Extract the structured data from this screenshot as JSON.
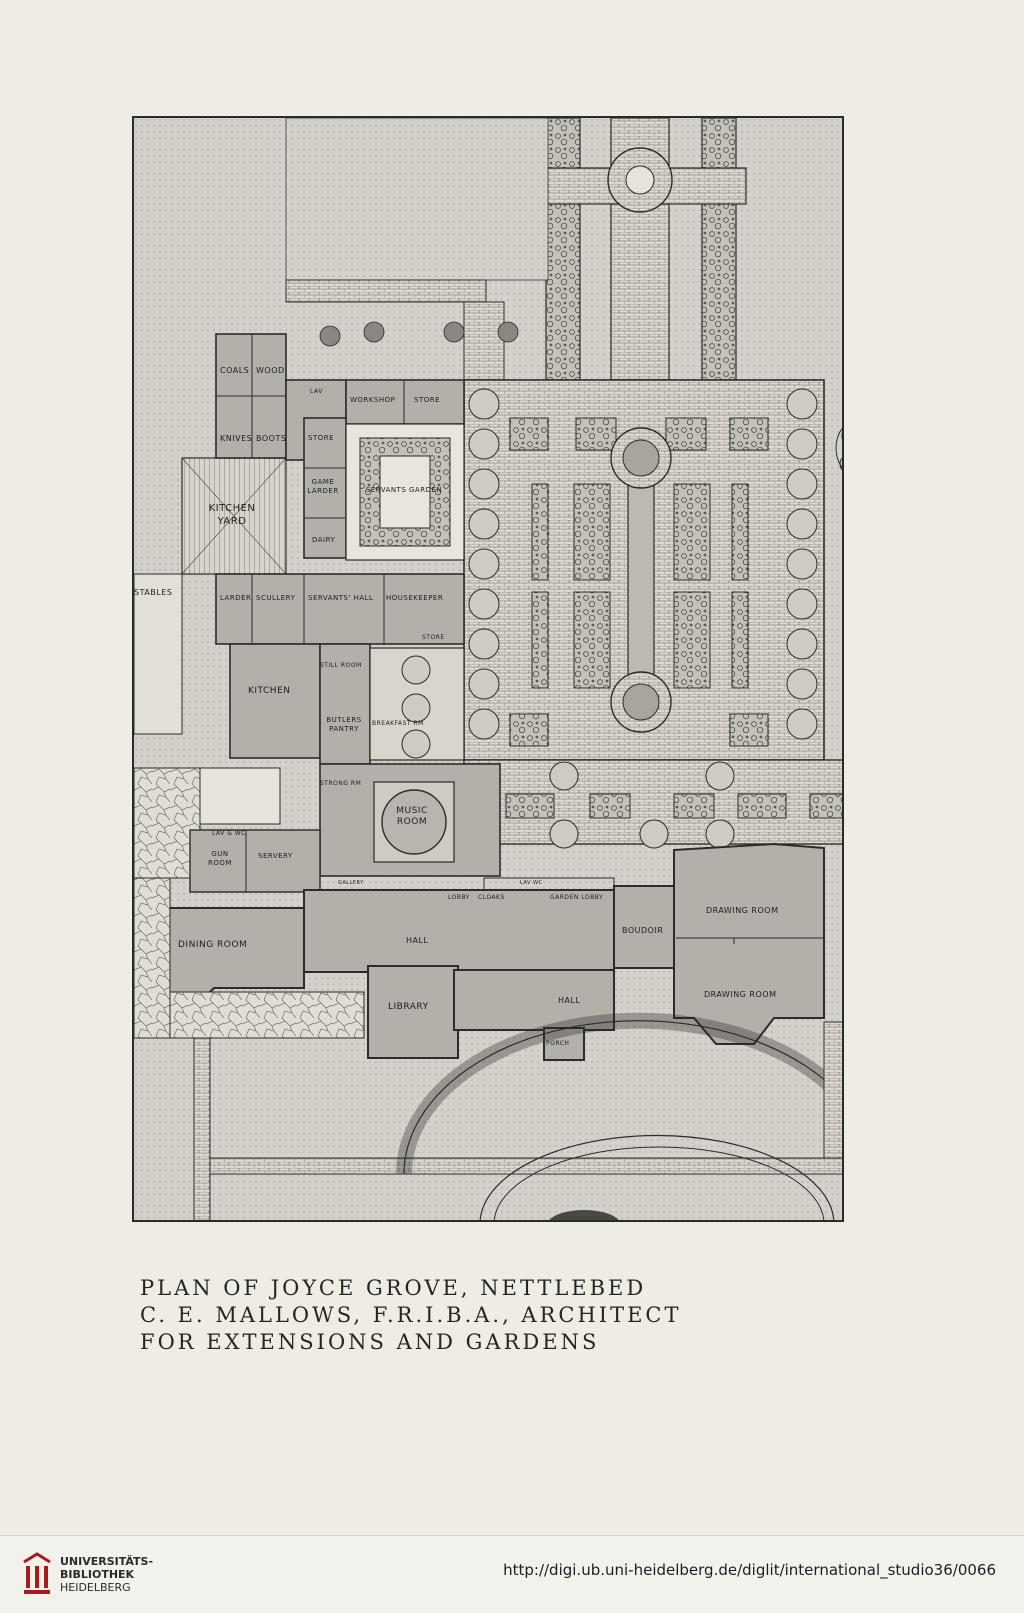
{
  "plan": {
    "labels": {
      "coals": "COALS",
      "wood": "WOOD",
      "lav_top": "LAV",
      "workshop": "WORKSHOP",
      "store_top": "STORE",
      "knives": "KNIVES",
      "boots": "BOOTS",
      "store_mid": "STORE",
      "game_larder": "GAME LARDER",
      "servants_garden": "SERVANTS GARDEN",
      "dairy": "DAIRY",
      "kitchen_yard": "KITCHEN YARD",
      "stables": "STABLES",
      "larder": "LARDER",
      "scullery": "SCULLERY",
      "servants_hall": "SERVANTS' HALL",
      "housekeeper": "HOUSEKEEPER",
      "store_low": "STORE",
      "still_room": "STILL ROOM",
      "kitchen": "KITCHEN",
      "butlers_pantry": "BUTLERS PANTRY",
      "breakfast_room": "BREAKFAST RM",
      "strong_rm": "STRONG RM",
      "music_room": "MUSIC ROOM",
      "lav_wc": "LAV & WC",
      "gun_room": "GUN ROOM",
      "servery": "SERVERY",
      "gallery": "GALLERY",
      "lobby": "LOBBY",
      "cloaks": "CLOAKS",
      "lav_wc2": "LAV WC",
      "garden_lobby": "GARDEN LOBBY",
      "boudoir": "BOUDOIR",
      "drawing_room_1": "DRAWING ROOM",
      "drawing_room_2": "DRAWING ROOM",
      "dining_room": "DINING ROOM",
      "hall_1": "HALL",
      "hall_2": "HALL",
      "library": "LIBRARY",
      "porch": "PORCH"
    }
  },
  "caption": {
    "line1": "PLAN OF JOYCE GROVE, NETTLEBED",
    "line2": "C. E. MALLOWS, F.R.I.B.A., ARCHITECT",
    "line3": "FOR EXTENSIONS AND GARDENS"
  },
  "footer": {
    "logo_line1": "UNIVERSITÄTS-",
    "logo_line2": "BIBLIOTHEK",
    "logo_line3": "HEIDELBERG",
    "url": "http://digi.ub.uni-heidelberg.de/diglit/international_studio36/0066",
    "accent": "#a61c1c"
  }
}
